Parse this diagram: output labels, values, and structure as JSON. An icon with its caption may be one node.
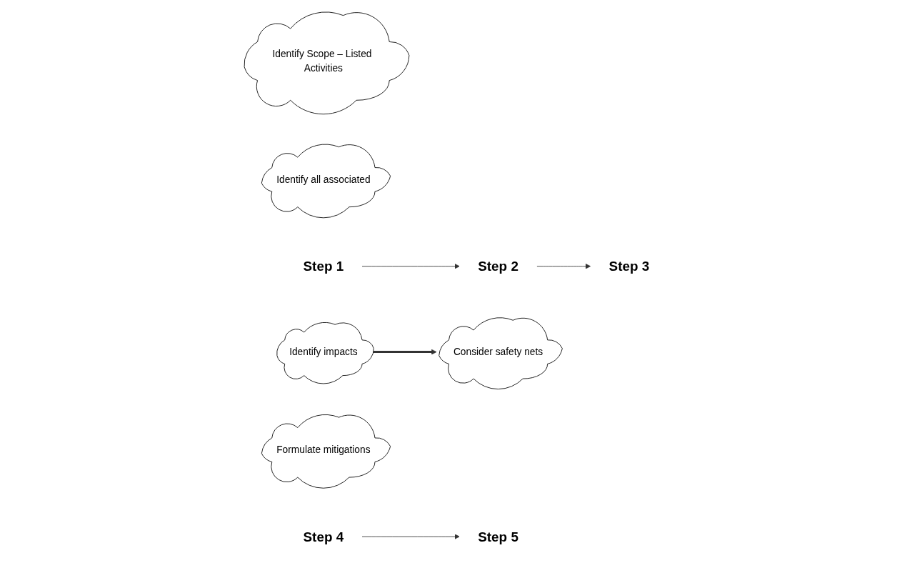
{
  "diagram": {
    "nodes": [
      {
        "text": [
          "Identify Scope – Listed Activities"
        ]
      },
      {
        "text": [
          "Identify all associated"
        ]
      },
      {
        "text": [
          "Identify impacts"
        ]
      },
      {
        "text": [
          "Step 1"
        ]
      },
      {
        "text": [
          "Step 2"
        ]
      },
      {
        "text": [
          "Step 3"
        ]
      },
      {
        "text": [
          "Formulate mitigations"
        ]
      },
      {
        "text": [
          "Consider safety nets"
        ]
      },
      {
        "text": [
          "Step 5"
        ]
      },
      {
        "text": [
          "Step 4"
        ]
      }
    ],
    "edges": [
      {
        "from": 3,
        "to": 4,
        "arrow": "to"
      },
      {
        "from": 4,
        "to": 5,
        "arrow": "to"
      },
      {
        "from": 2,
        "to": 7,
        "arrow": "to",
        "style": "thick"
      },
      {
        "from": 9,
        "to": 8,
        "arrow": "to"
      }
    ]
  }
}
